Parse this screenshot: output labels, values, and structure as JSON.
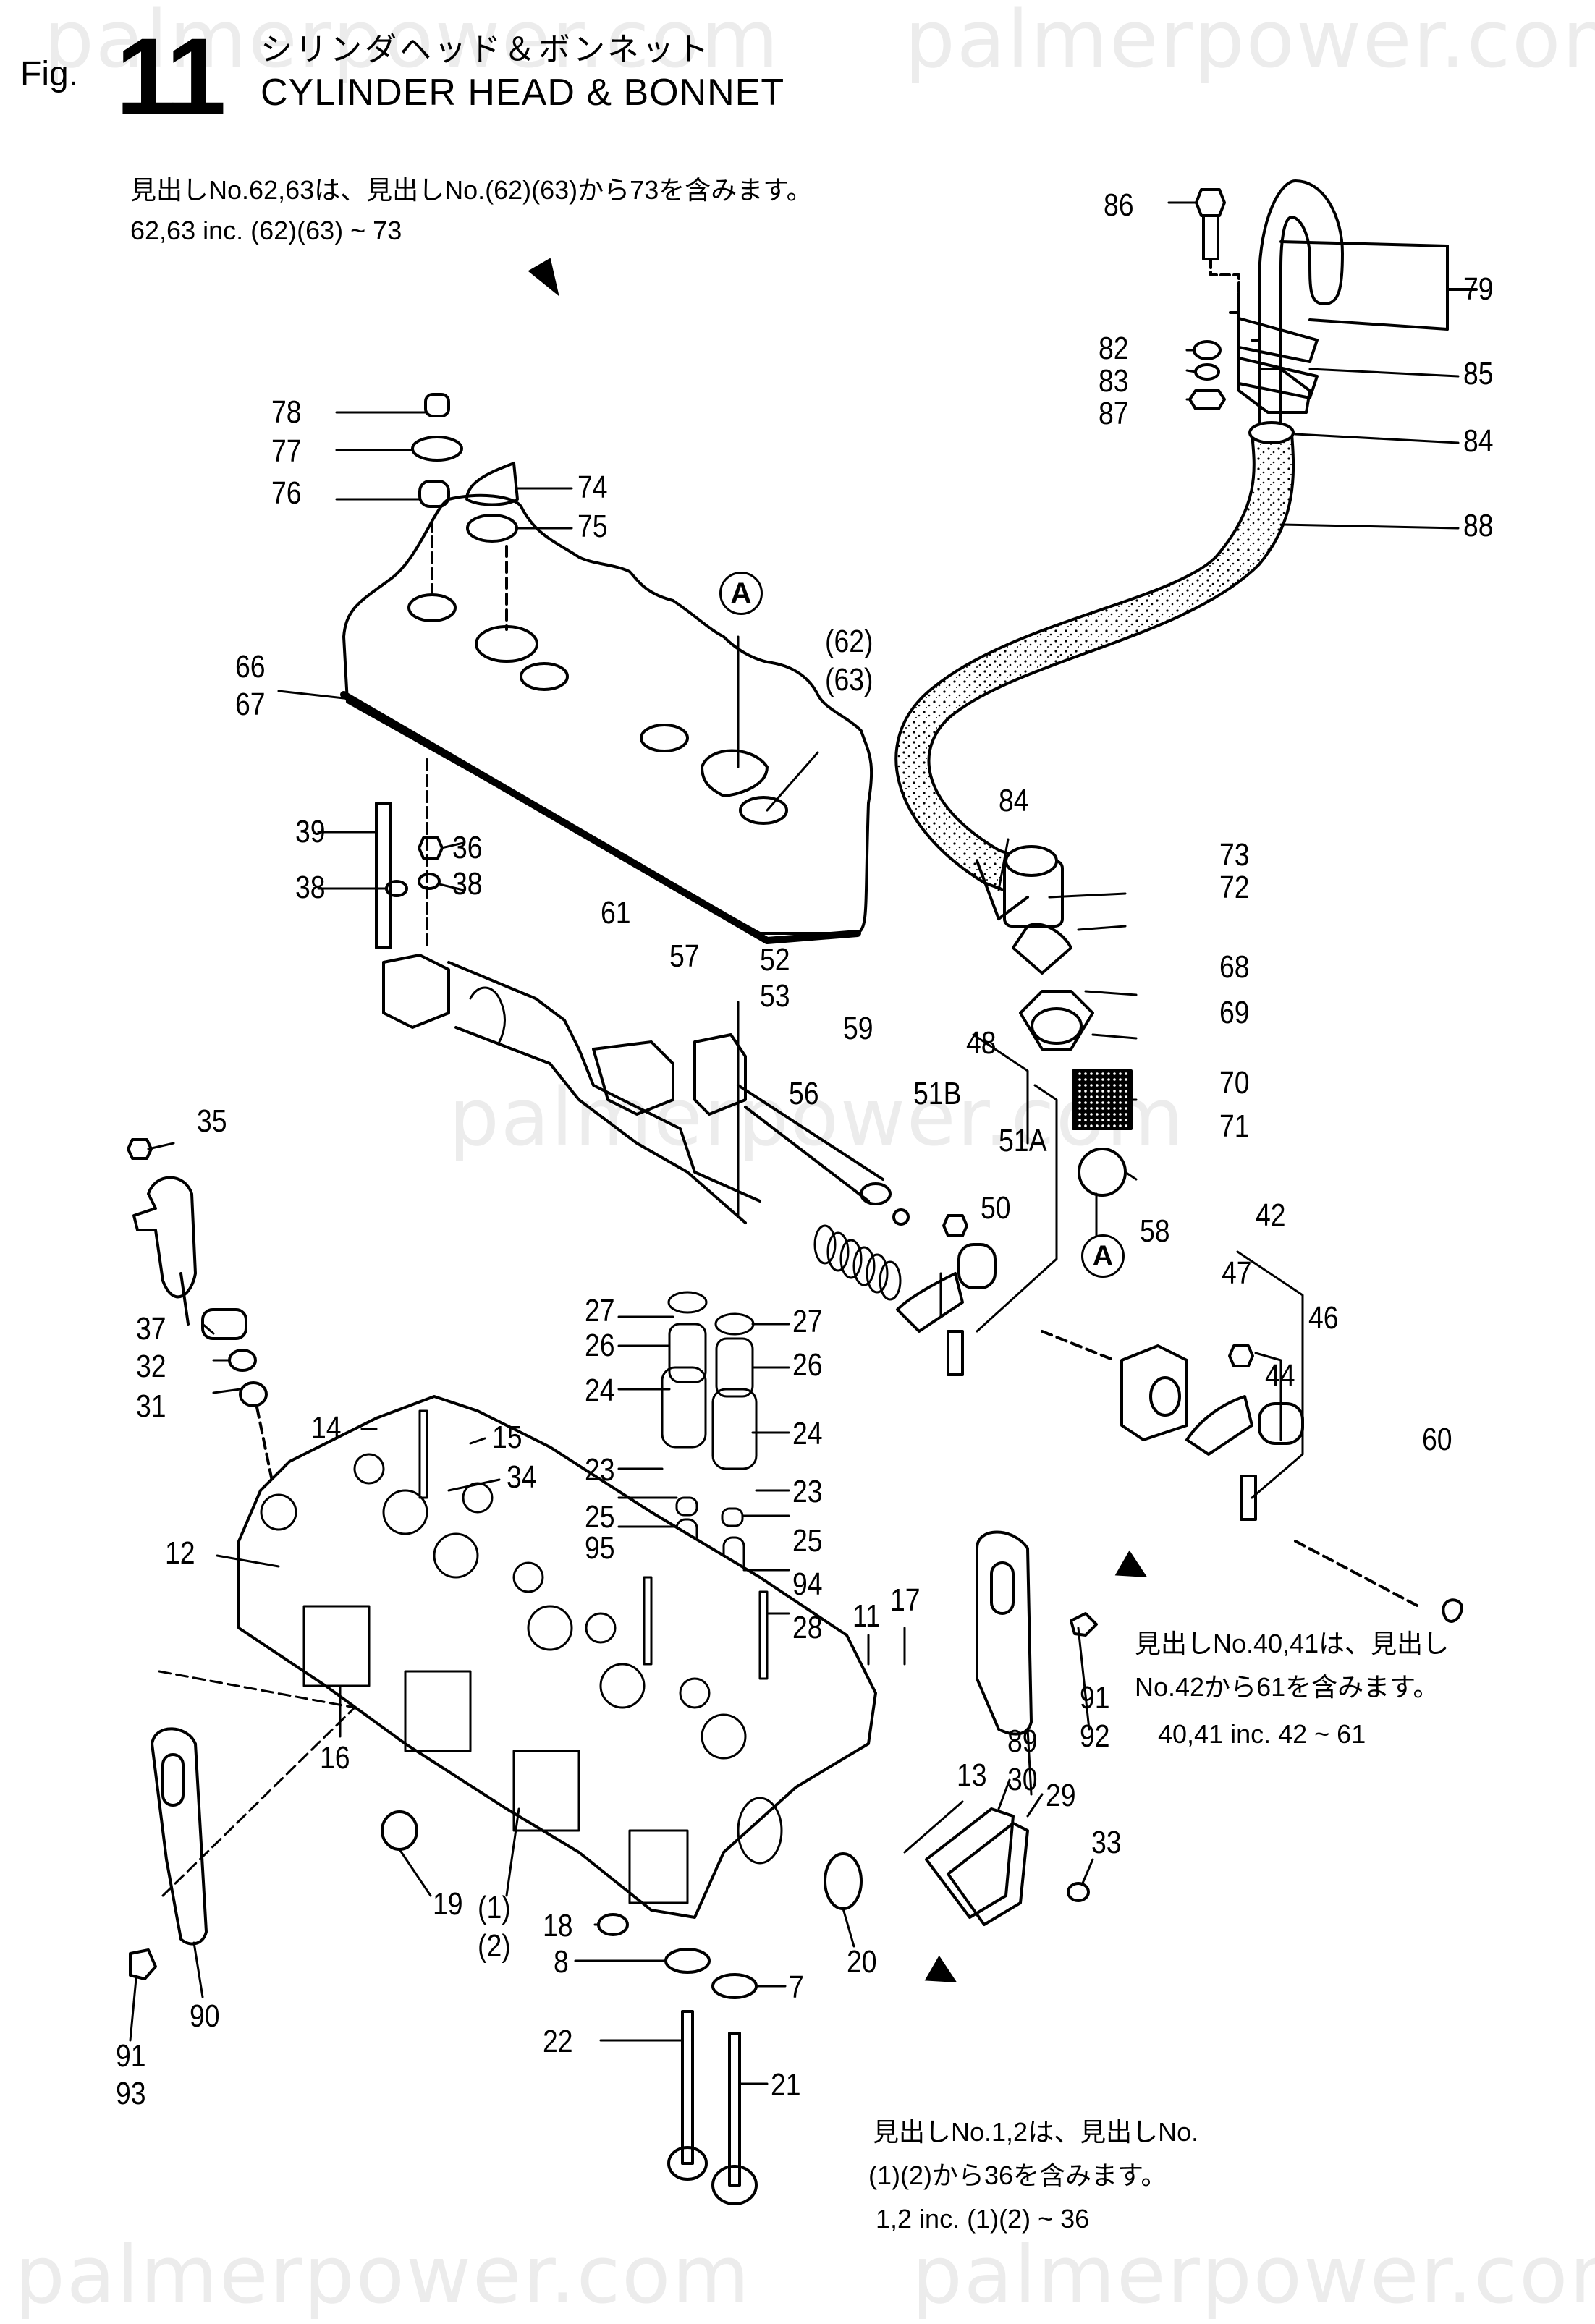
{
  "figure": {
    "prefix": "Fig.",
    "number": "11",
    "title_jp": "シリンダヘッド＆ボンネット",
    "title_en": "CYLINDER HEAD & BONNET"
  },
  "watermark": "palmerpower.com",
  "notes": {
    "bonnet_jp": "見出しNo.62,63は、見出しNo.(62)(63)から73を含みます。",
    "bonnet_en": "62,63 inc. (62)(63) ~ 73",
    "rocker_jp_line1": "見出しNo.40,41は、見出し",
    "rocker_jp_line2": "No.42から61を含みます。",
    "rocker_en": "40,41 inc. 42 ~ 61",
    "head_jp_line1": "見出しNo.1,2は、見出しNo.",
    "head_jp_line2": "(1)(2)から36を含みます。",
    "head_en": "1,2 inc. (1)(2) ~ 36"
  },
  "reference_marker": "A",
  "callouts": {
    "c86": "86",
    "c79": "79",
    "c85": "85",
    "c82": "82",
    "c83": "83",
    "c87": "87",
    "c84a": "84",
    "c88": "88",
    "c78": "78",
    "c77": "77",
    "c76": "76",
    "c74": "74",
    "c75": "75",
    "c62": "(62)",
    "c63": "(63)",
    "c66": "66",
    "c67": "67",
    "c84b": "84",
    "c73": "73",
    "c72": "72",
    "c68": "68",
    "c69": "69",
    "c70": "70",
    "c71": "71",
    "c39": "39",
    "c36": "36",
    "c38a": "38",
    "c38b": "38",
    "c61": "61",
    "c57": "57",
    "c52": "52",
    "c53": "53",
    "c59": "59",
    "c56": "56",
    "c48": "48",
    "c51b": "51B",
    "c51a": "51A",
    "c50": "50",
    "c35": "35",
    "c58": "58",
    "c42": "42",
    "c47": "47",
    "c46": "46",
    "c44": "44",
    "c60": "60",
    "c27a": "27",
    "c27b": "27",
    "c26a": "26",
    "c26b": "26",
    "c24a": "24",
    "c24b": "24",
    "c23a": "23",
    "c23b": "23",
    "c25a": "25",
    "c25b": "25",
    "c95": "95",
    "c94": "94",
    "c28": "28",
    "c11": "11",
    "c17": "17",
    "c37": "37",
    "c32": "32",
    "c31": "31",
    "c14": "14",
    "c15": "15",
    "c34": "34",
    "c12": "12",
    "c16": "16",
    "c89": "89",
    "c91a": "91",
    "c92": "92",
    "c13": "13",
    "c30": "30",
    "c29": "29",
    "c33": "33",
    "c19": "19",
    "c1": "(1)",
    "c2": "(2)",
    "c18": "18",
    "c8": "8",
    "c7": "7",
    "c20": "20",
    "c22": "22",
    "c21": "21",
    "c90": "90",
    "c91b": "91",
    "c93": "93"
  }
}
